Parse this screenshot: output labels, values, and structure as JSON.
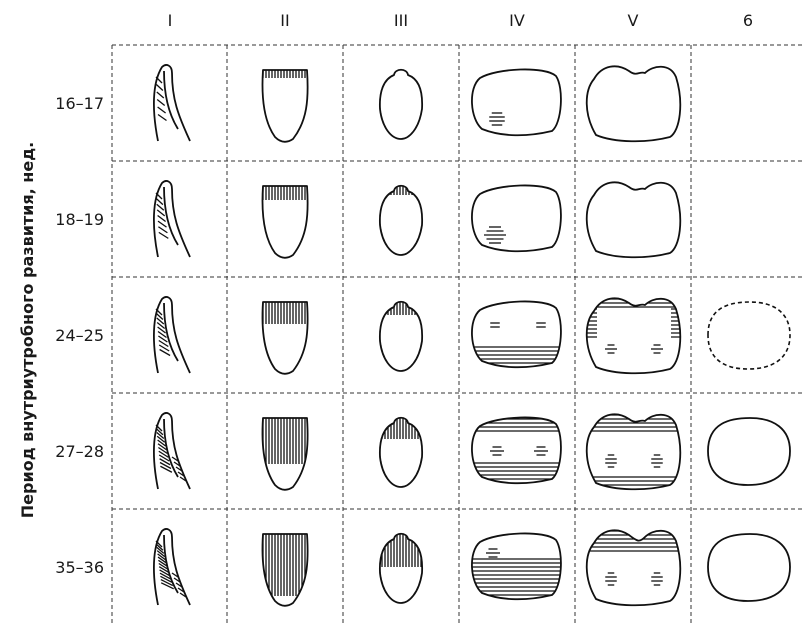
{
  "diagram": {
    "y_axis_label": "Период внутриутробного развития, нед.",
    "columns": [
      "I",
      "II",
      "III",
      "IV",
      "V",
      "6"
    ],
    "rows": [
      "16–17",
      "18–19",
      "24–25",
      "27–28",
      "35–36"
    ],
    "cells": [
      [
        {
          "tooth": "incisor-lateral",
          "stage": 1
        },
        {
          "tooth": "incisor-front",
          "stage": 1
        },
        {
          "tooth": "canine",
          "stage": 1
        },
        {
          "tooth": "premolar",
          "stage": 1
        },
        {
          "tooth": "molar",
          "stage": 0
        },
        null
      ],
      [
        {
          "tooth": "incisor-lateral",
          "stage": 2
        },
        {
          "tooth": "incisor-front",
          "stage": 2
        },
        {
          "tooth": "canine",
          "stage": 2
        },
        {
          "tooth": "premolar",
          "stage": 2
        },
        {
          "tooth": "molar",
          "stage": 0
        },
        null
      ],
      [
        {
          "tooth": "incisor-lateral",
          "stage": 3
        },
        {
          "tooth": "incisor-front",
          "stage": 3
        },
        {
          "tooth": "canine",
          "stage": 3
        },
        {
          "tooth": "premolar",
          "stage": 3
        },
        {
          "tooth": "molar",
          "stage": 3
        },
        {
          "tooth": "round",
          "stage": 0,
          "dashed": true
        }
      ],
      [
        {
          "tooth": "incisor-lateral",
          "stage": 4
        },
        {
          "tooth": "incisor-front",
          "stage": 4
        },
        {
          "tooth": "canine",
          "stage": 4
        },
        {
          "tooth": "premolar",
          "stage": 4
        },
        {
          "tooth": "molar",
          "stage": 4
        },
        {
          "tooth": "round",
          "stage": 0
        }
      ],
      [
        {
          "tooth": "incisor-lateral",
          "stage": 5
        },
        {
          "tooth": "incisor-front",
          "stage": 5
        },
        {
          "tooth": "canine",
          "stage": 5
        },
        {
          "tooth": "premolar",
          "stage": 5
        },
        {
          "tooth": "molar",
          "stage": 5
        },
        {
          "tooth": "round",
          "stage": 0
        }
      ]
    ]
  }
}
